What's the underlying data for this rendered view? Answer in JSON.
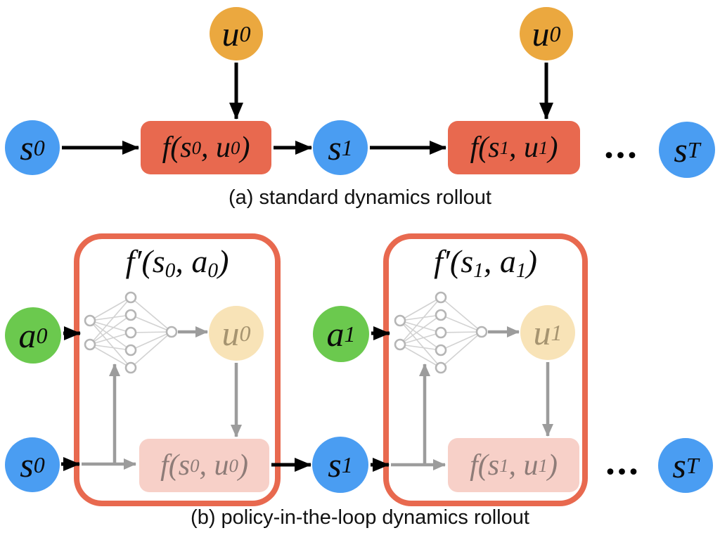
{
  "colors": {
    "state-blue": "#4A9DF2",
    "control-orange": "#EBA83F",
    "dynamics-red": "#E8694F",
    "action-green": "#6BC94E",
    "control-faded": "#F8E3B7",
    "dynamics-faded": "#F7D0C8",
    "faded-control-text": "#A69470",
    "faded-dynamics-text": "#8E7C78",
    "arrow-black": "#000000",
    "arrow-gray": "#9C9C9C",
    "nn-node-stroke": "#B5B5B5",
    "nn-edge": "#D2D2D2"
  },
  "panel_a": {
    "caption": "(a) standard dynamics rollout",
    "state_0": "s_0",
    "control_0_first": "u_0",
    "dynamics_step_1": "f(s_0, u_0)",
    "state_1": "s_1",
    "control_0_second": "u_0",
    "dynamics_step_2": "f(s_1, u_1)",
    "ellipsis": "...",
    "state_T": "s_T"
  },
  "panel_b": {
    "caption": "(b) policy-in-the-loop dynamics rollout",
    "state_0": "s_0",
    "action_0": "a_0",
    "state_1": "s_1",
    "action_1": "a_1",
    "ellipsis": "...",
    "state_T": "s_T",
    "module_1": {
      "title": "f′(s_0, a_0)",
      "control": "u_0",
      "dynamics": "f(s_0, u_0)"
    },
    "module_2": {
      "title": "f′(s_1, a_1)",
      "control": "u_1",
      "dynamics": "f(s_1, u_1)"
    }
  }
}
